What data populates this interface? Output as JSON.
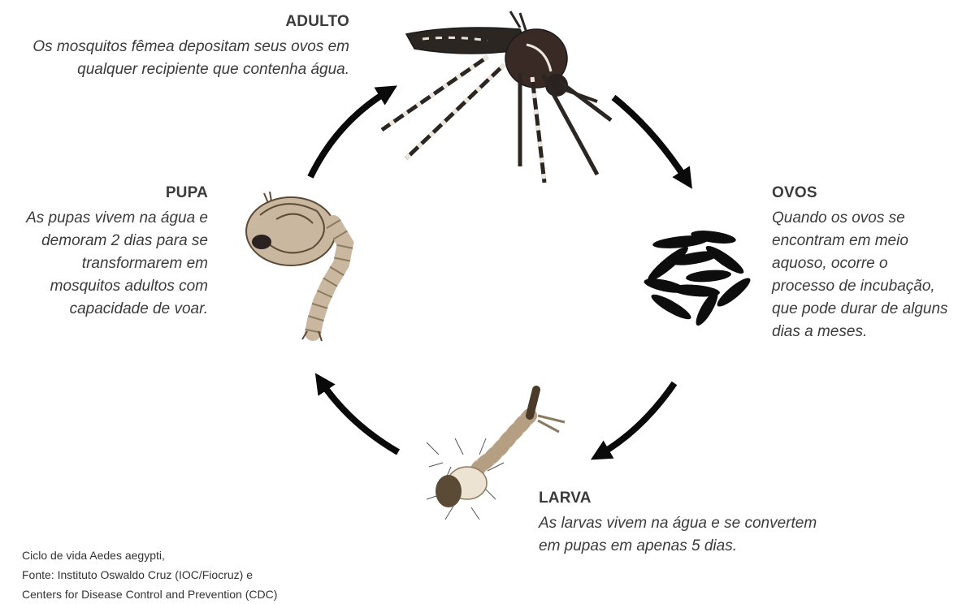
{
  "stages": {
    "adulto": {
      "title": "ADULTO",
      "desc_line1": "Os mosquitos fêmea depositam seus ovos em",
      "desc_line2": "qualquer recipiente que contenha água."
    },
    "ovos": {
      "title": "OVOS",
      "desc_lines": [
        "Quando os ovos se",
        "encontram em meio",
        "aquoso, ocorre o",
        "processo de incubação,",
        "que pode durar de alguns",
        "dias a meses."
      ]
    },
    "larva": {
      "title": "LARVA",
      "desc_line1": "As larvas vivem na água e se convertem",
      "desc_line2": "em pupas em apenas 5 dias."
    },
    "pupa": {
      "title": "PUPA",
      "desc_lines": [
        "As pupas vivem na água e",
        "demoram 2 dias para se",
        "transformarem em",
        "mosquitos adultos com",
        "capacidade de voar."
      ]
    }
  },
  "source": {
    "line1": "Ciclo de vida Aedes aegypti,",
    "line2": "Fonte: Instituto Oswaldo Cruz (IOC/Fiocruz) e",
    "line3": "Centers for Disease Control and Prevention (CDC)"
  },
  "colors": {
    "arrow": "#0a0a0a",
    "text": "#3b3b3b",
    "illustration": "#c8b8a0"
  },
  "icons": [
    "mosquito-icon",
    "eggs-icon",
    "larva-icon",
    "pupa-icon"
  ]
}
